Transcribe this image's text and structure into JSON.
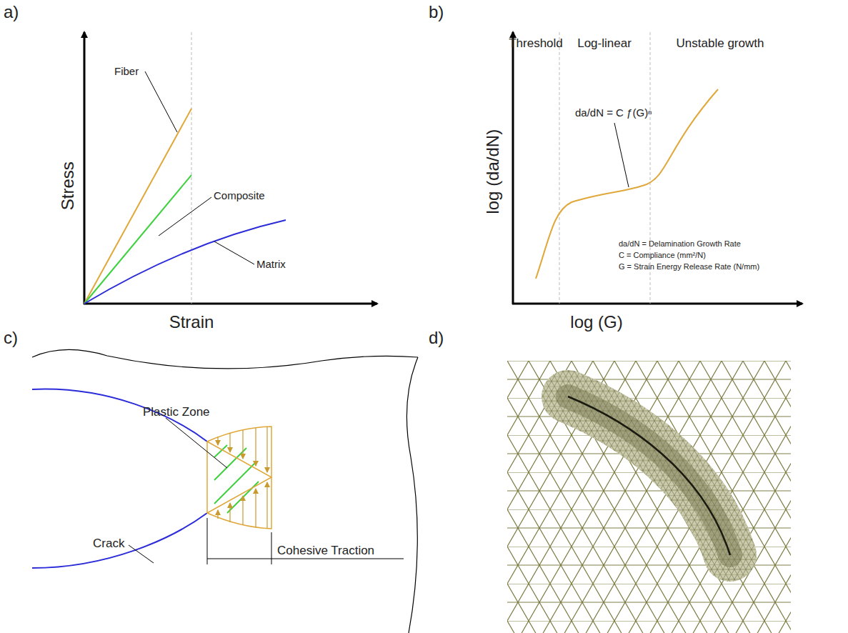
{
  "diagram": {
    "labels": [
      "a)",
      "Fiber",
      "Composite",
      "Matrix",
      "Stress",
      "Strain",
      "b)",
      "Threshold",
      "Log-linear",
      "Unstable growth",
      "da/dN = C ƒ(G)ⁿ",
      "log (da/dN)",
      "log (G)",
      "da/dN = Delamination Growth Rate",
      "C = Compliance (mm²/N)",
      "G = Strain Energy Release Rate (N/mm)",
      "c)",
      "Plastic Zone",
      "Crack",
      "Cohesive Traction",
      "d)"
    ]
  }
}
